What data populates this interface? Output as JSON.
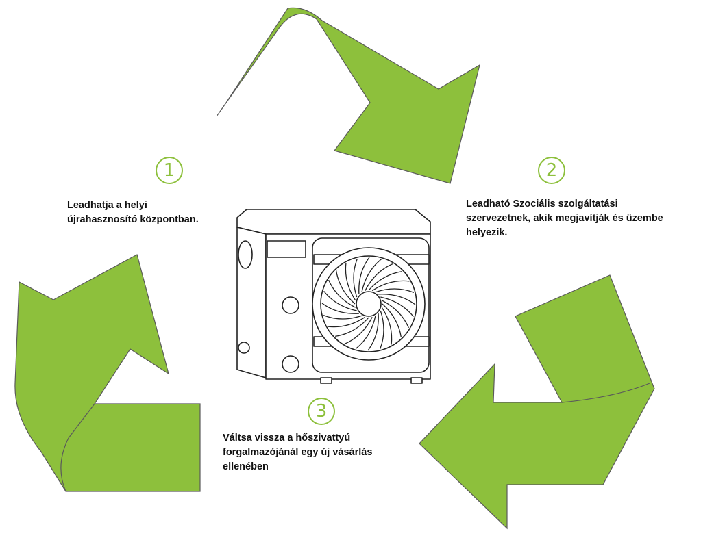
{
  "colors": {
    "arrow_fill": "#8dc03c",
    "arrow_stroke": "#5a5a5a",
    "step_number": "#8dc03c",
    "text": "#111111",
    "drawing_line": "#222222"
  },
  "steps": [
    {
      "number": "1",
      "lines": [
        "Leadhatja a helyi",
        "újrahasznosító központban."
      ]
    },
    {
      "number": "2",
      "lines": [
        "Leadható Szociális szolgáltatási",
        "szervezetnek, akik megjavítják és üzembe",
        "helyezik."
      ]
    },
    {
      "number": "3",
      "lines": [
        "Váltsa vissza a hőszivattyú",
        "forgalmazójánál egy új vásárlás",
        "ellenében"
      ]
    }
  ],
  "icons": {
    "cycle": "recycle-arrows-icon",
    "device": "heat-pump-icon"
  }
}
